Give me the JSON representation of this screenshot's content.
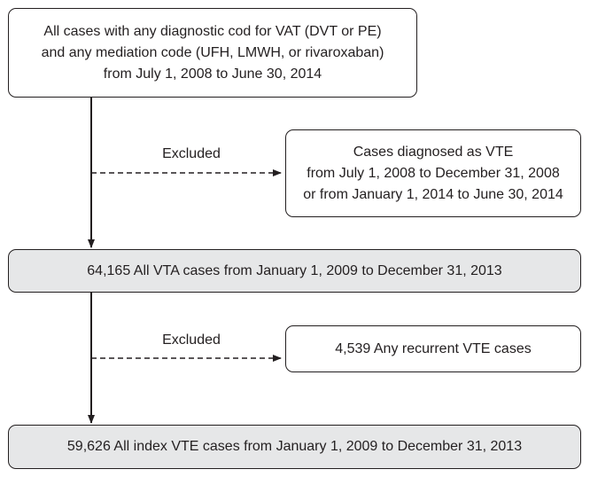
{
  "flowchart": {
    "initial_box": {
      "lines": [
        "All cases with any diagnostic cod for VAT (DVT or PE)",
        "and any mediation code (UFH, LMWH, or rivaroxaban)",
        "from July 1, 2008 to June 30, 2014"
      ]
    },
    "exclusion_1": {
      "label": "Excluded",
      "lines": [
        "Cases diagnosed as VTE",
        "from July 1, 2008 to December 31, 2008",
        "or from January 1, 2014 to June 30, 2014"
      ]
    },
    "middle_box": {
      "text": "64,165  All VTA cases from January 1, 2009 to December 31, 2013"
    },
    "exclusion_2": {
      "label": "Excluded",
      "text": "4,539 Any recurrent VTE cases"
    },
    "final_box": {
      "text": "59,626 All index VTE cases from January 1, 2009 to December 31, 2013"
    }
  }
}
